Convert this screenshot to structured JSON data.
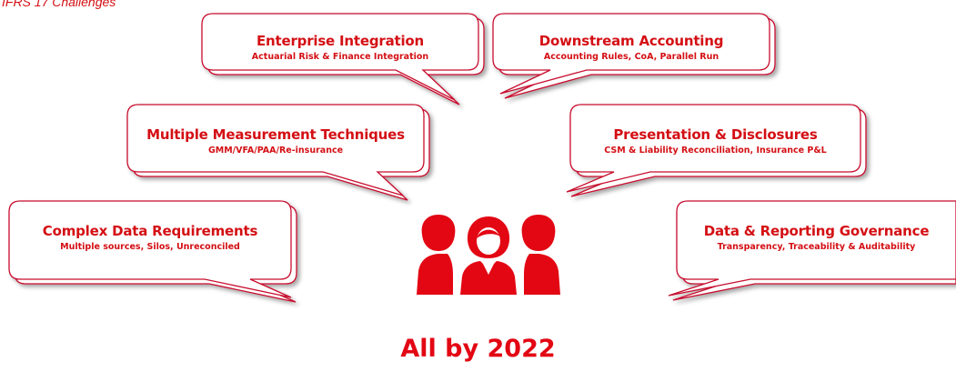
{
  "header": {
    "title": "IFRS 17 Challenges"
  },
  "bubbles": [
    {
      "title": "Enterprise Integration",
      "subtitle": "Actuarial Risk & Finance Integration"
    },
    {
      "title": "Downstream Accounting",
      "subtitle": "Accounting Rules, CoA, Parallel Run"
    },
    {
      "title": "Multiple Measurement Techniques",
      "subtitle": "GMM/VFA/PAA/Re-insurance"
    },
    {
      "title": "Presentation & Disclosures",
      "subtitle": "CSM & Liability Reconciliation, Insurance P&L"
    },
    {
      "title": "Complex Data Requirements",
      "subtitle": "Multiple sources, Silos, Unreconciled"
    },
    {
      "title": "Data & Reporting Governance",
      "subtitle": "Transparency, Traceability & Auditability"
    }
  ],
  "footer": {
    "text": "All by 2022"
  },
  "colors": {
    "accent": "#e30613",
    "text_red": "#d40f14",
    "bubble_border": "#c8102e"
  },
  "icons": [
    "people-group-icon"
  ]
}
